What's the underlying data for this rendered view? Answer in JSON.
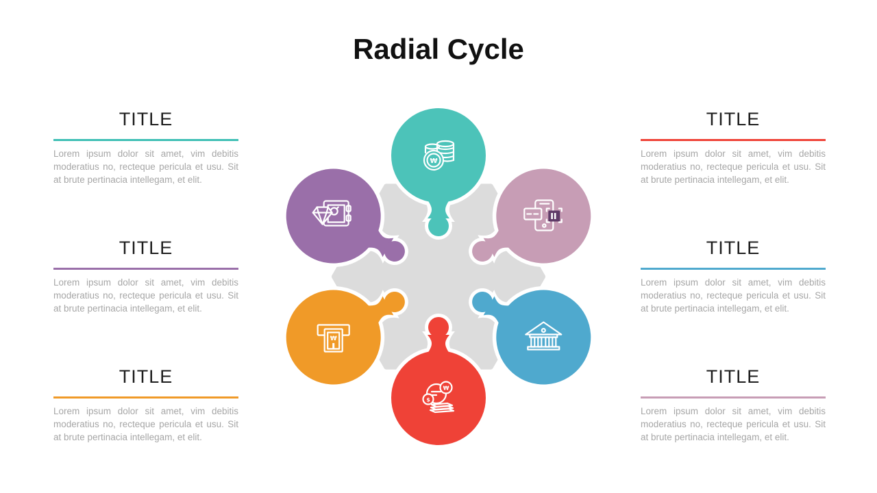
{
  "slide": {
    "title": "Radial Cycle"
  },
  "blocks": [
    {
      "position": "left-top",
      "title": "TITLE",
      "accent": "#3fbfb5",
      "body": "Lorem ipsum dolor sit amet, vim debitis moderatius no, recteque pericula et usu. Sit at brute pertinacia intellegam, et elit."
    },
    {
      "position": "left-middle",
      "title": "TITLE",
      "accent": "#9a6fa9",
      "body": "Lorem ipsum dolor sit amet, vim debitis moderatius no, recteque pericula et usu. Sit at brute pertinacia intellegam, et elit."
    },
    {
      "position": "left-bottom",
      "title": "TITLE",
      "accent": "#f09a28",
      "body": "Lorem ipsum dolor sit amet, vim debitis moderatius no, recteque pericula et usu. Sit at brute pertinacia intellegam, et elit."
    },
    {
      "position": "right-top",
      "title": "TITLE",
      "accent": "#ef4237",
      "body": "Lorem ipsum dolor sit amet, vim debitis moderatius no, recteque pericula et usu. Sit at brute pertinacia intellegam, et elit."
    },
    {
      "position": "right-middle",
      "title": "TITLE",
      "accent": "#4fa9ce",
      "body": "Lorem ipsum dolor sit amet, vim debitis moderatius no, recteque pericula et usu. Sit at brute pertinacia intellegam, et elit."
    },
    {
      "position": "right-bottom",
      "title": "TITLE",
      "accent": "#c79db5",
      "body": "Lorem ipsum dolor sit amet, vim debitis moderatius no, recteque pericula et usu. Sit at brute pertinacia intellegam, et elit."
    }
  ],
  "diagram": {
    "center_color": "#dcdcdc",
    "items": [
      {
        "position": "top",
        "name": "coins",
        "icon": "coins-icon",
        "color": "#4cc3b9"
      },
      {
        "position": "top-right",
        "name": "mobile-payment",
        "icon": "mobile-payment-icon",
        "color": "#c79db5",
        "icon_accent": "#5f3b68"
      },
      {
        "position": "bottom-right",
        "name": "bank",
        "icon": "bank-icon",
        "color": "#4fa9ce"
      },
      {
        "position": "bottom",
        "name": "currency-exchange",
        "icon": "currency-exchange-icon",
        "color": "#ef4237"
      },
      {
        "position": "bottom-left",
        "name": "atm-withdrawal",
        "icon": "atm-icon",
        "color": "#f09a28"
      },
      {
        "position": "top-left",
        "name": "safe-deposit",
        "icon": "safe-diamond-icon",
        "color": "#9a6fa9"
      }
    ]
  }
}
